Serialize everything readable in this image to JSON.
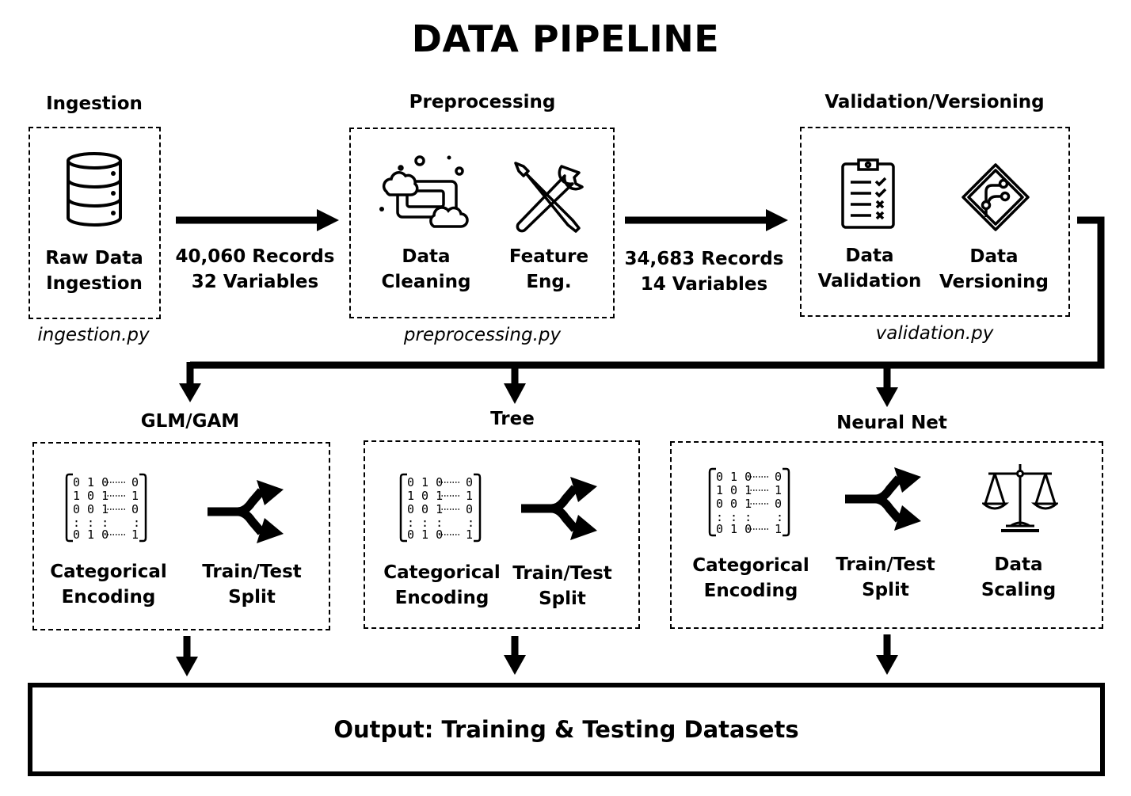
{
  "title": "DATA PIPELINE",
  "ingestion": {
    "title": "Ingestion",
    "item": {
      "line1": "Raw Data",
      "line2": "Ingestion",
      "icon": "database-icon"
    },
    "script": "ingestion.py"
  },
  "flow1": {
    "records": "40,060 Records",
    "variables": "32 Variables"
  },
  "preprocessing": {
    "title": "Preprocessing",
    "items": [
      {
        "line1": "Data",
        "line2": "Cleaning",
        "icon": "soap-bubbles-icon"
      },
      {
        "line1": "Feature",
        "line2": "Eng.",
        "icon": "wrench-screwdriver-icon"
      }
    ],
    "script": "preprocessing.py"
  },
  "flow2": {
    "records": "34,683 Records",
    "variables": "14 Variables"
  },
  "validation": {
    "title": "Validation/Versioning",
    "items": [
      {
        "line1": "Data",
        "line2": "Validation",
        "icon": "clipboard-checklist-icon"
      },
      {
        "line1": "Data",
        "line2": "Versioning",
        "icon": "git-branch-icon"
      }
    ],
    "script": "validation.py"
  },
  "glm": {
    "title": "GLM/GAM",
    "items": [
      {
        "line1": "Categorical",
        "line2": "Encoding",
        "icon": "binary-matrix-icon"
      },
      {
        "line1": "Train/Test",
        "line2": "Split",
        "icon": "split-arrows-icon"
      }
    ]
  },
  "tree": {
    "title": "Tree",
    "items": [
      {
        "line1": "Categorical",
        "line2": "Encoding",
        "icon": "binary-matrix-icon"
      },
      {
        "line1": "Train/Test",
        "line2": "Split",
        "icon": "split-arrows-icon"
      }
    ]
  },
  "nn": {
    "title": "Neural Net",
    "items": [
      {
        "line1": "Categorical",
        "line2": "Encoding",
        "icon": "binary-matrix-icon"
      },
      {
        "line1": "Train/Test",
        "line2": "Split",
        "icon": "split-arrows-icon"
      },
      {
        "line1": "Data",
        "line2": "Scaling",
        "icon": "balance-scale-icon"
      }
    ]
  },
  "output": {
    "label": "Output: Training & Testing Datasets"
  }
}
